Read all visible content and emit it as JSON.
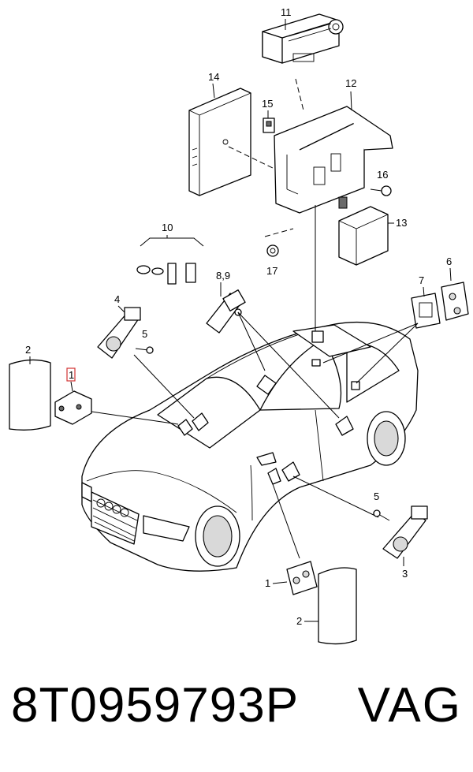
{
  "diagram": {
    "callouts": {
      "c1_top": "1",
      "c1_bottom": "1",
      "c2_left": "2",
      "c2_bottom": "2",
      "c3": "3",
      "c4": "4",
      "c5_left": "5",
      "c5_right": "5",
      "c6": "6",
      "c7": "7",
      "c89": "8,9",
      "c10": "10",
      "c11": "11",
      "c12": "12",
      "c13": "13",
      "c14": "14",
      "c15": "15",
      "c16": "16",
      "c17": "17"
    },
    "highlight_color": "#d33333"
  },
  "footer": {
    "part_number": "8T0959793P",
    "brand": "VAG"
  }
}
